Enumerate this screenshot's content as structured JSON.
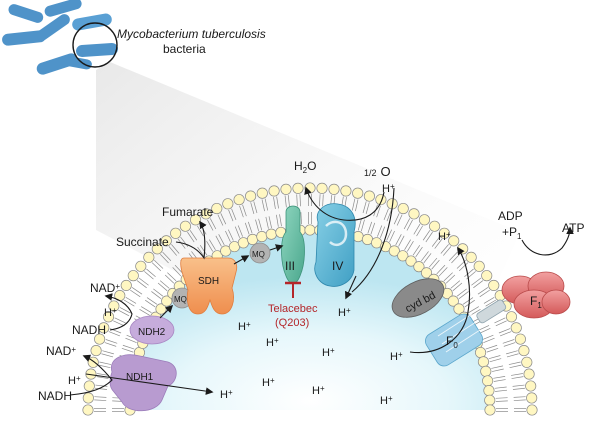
{
  "bacteria": {
    "title": "Mycobacterium tuberculosis",
    "subtitle": "bacteria"
  },
  "complexes": {
    "ndh1": "NDH1",
    "ndh2": "NDH2",
    "mq1": "MQ",
    "mq2": "MQ",
    "sdh": "SDH",
    "complex3": "III",
    "complex4": "IV",
    "cydbd": "cyd bd",
    "f0": "F",
    "f0_sub": "0",
    "f1": "F",
    "f1_sub": "1"
  },
  "metabolites": {
    "nadh_bottom": "NADH",
    "nadplus_bottom": "NAD",
    "nadh_mid": "NADH",
    "nadplus_top": "NAD",
    "succinate": "Succinate",
    "fumarate": "Fumarate",
    "water_h": "H",
    "water_sub": "2",
    "water_o": "O",
    "half_o2_prefix": "1/2",
    "half_o2": "O",
    "adp_line1": "ADP",
    "adp_line2": "+P",
    "adp_sub": "1",
    "atp": "ATP"
  },
  "protons": {
    "h": "H",
    "plus": "+"
  },
  "inhibitor": {
    "name": "Telacebec",
    "code": "(Q203)"
  },
  "colors": {
    "bacteria": "#4f93c9",
    "ndh1": "#b89bd0",
    "ndh2": "#c6acdc",
    "sdh": "#f4a66a",
    "mq": "#b3b3b3",
    "complex3": "#6cc0a8",
    "complex4": "#5fb4d2",
    "cydbd": "#8a8a8a",
    "f0": "#9fd0ea",
    "f1": "#e57373",
    "inhibitor": "#b4262a",
    "cytoplasm": "#c8ecf5"
  }
}
